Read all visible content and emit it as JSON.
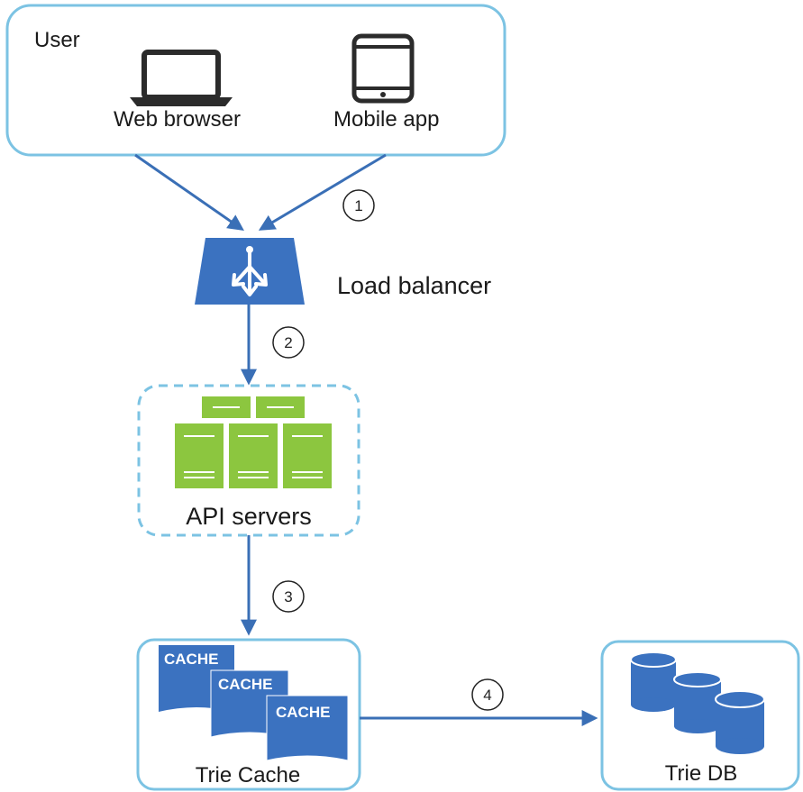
{
  "nodes": {
    "user": {
      "title": "User",
      "web_browser_label": "Web browser",
      "mobile_app_label": "Mobile app"
    },
    "load_balancer": {
      "label": "Load balancer"
    },
    "api_servers": {
      "label": "API servers"
    },
    "trie_cache": {
      "label": "Trie Cache",
      "cache_labels": [
        "CACHE",
        "CACHE",
        "CACHE"
      ]
    },
    "trie_db": {
      "label": "Trie DB"
    }
  },
  "edges": [
    {
      "step": "1",
      "from": "user",
      "to": "load_balancer"
    },
    {
      "step": "2",
      "from": "load_balancer",
      "to": "api_servers"
    },
    {
      "step": "3",
      "from": "api_servers",
      "to": "trie_cache"
    },
    {
      "step": "4",
      "from": "trie_cache",
      "to": "trie_db"
    }
  ],
  "colors": {
    "box_border": "#7cc3e3",
    "arrow": "#3a6fb6",
    "blue_fill": "#3b72c0",
    "server_green": "#8cc63f",
    "icon_dark": "#2b2b2b"
  }
}
